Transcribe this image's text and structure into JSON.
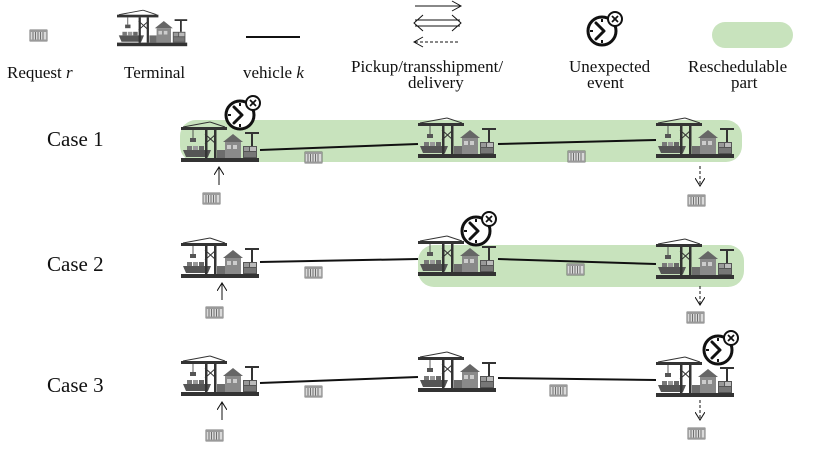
{
  "legend": {
    "request_label": "Request",
    "request_var": "r",
    "terminal_label": "Terminal",
    "vehicle_label": "vehicle",
    "vehicle_var": "k",
    "pickup_line1": "Pickup/transshipment/",
    "pickup_line2": "delivery",
    "unexpected_line1": "Unexpected",
    "unexpected_line2": "event",
    "reschedulable_line1": "Reschedulable",
    "reschedulable_line2": "part"
  },
  "cases": [
    {
      "label": "Case 1",
      "event_at_terminal": 1,
      "reschedulable_from_terminal": 1
    },
    {
      "label": "Case 2",
      "event_at_terminal": 2,
      "reschedulable_from_terminal": 2
    },
    {
      "label": "Case 3",
      "event_at_terminal": 3,
      "reschedulable_from_terminal": null
    }
  ],
  "colors": {
    "reschedulable_fill": "#c8e3bd",
    "line": "#111111",
    "container": "#7a7a7a"
  },
  "icons": {
    "request": "container-icon",
    "terminal": "port-crane-icon",
    "event": "clock-cancel-icon",
    "pickup": "double-arrow-icon"
  }
}
